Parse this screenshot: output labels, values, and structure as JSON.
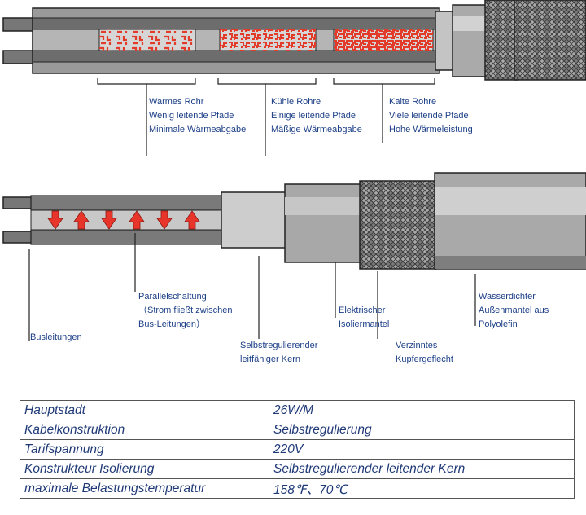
{
  "top_cable": {
    "labels": [
      {
        "lines": [
          "Warmes Rohr",
          "Wenig leitende Pfade",
          "Minimale Wärmeabgabe"
        ]
      },
      {
        "lines": [
          "Kühle Rohre",
          "Einige leitende Pfade",
          "Mäßige Wärmeabgabe"
        ]
      },
      {
        "lines": [
          "Kalte Rohre",
          "Viele leitende Pfade",
          "Hohe Wärmeleistung"
        ]
      }
    ]
  },
  "bottom_cable": {
    "labels": [
      {
        "lines": [
          "Busleitungen"
        ]
      },
      {
        "lines": [
          "Parallelschaltung",
          "（Strom fließt zwischen",
          "Bus-Leitungen）"
        ]
      },
      {
        "lines": [
          "Selbstregulierender",
          "leitfähiger Kern"
        ]
      },
      {
        "lines": [
          "Elektrischer",
          "Isoliermantel"
        ]
      },
      {
        "lines": [
          "Verzinntes",
          "Kupfergeflecht"
        ]
      },
      {
        "lines": [
          "Wasserdichter",
          "Außenmantel aus",
          "Polyolefin"
        ]
      }
    ]
  },
  "specs": [
    {
      "label": "Hauptstadt",
      "value": "26W/M"
    },
    {
      "label": "Kabelkonstruktion",
      "value": "Selbstregulierung"
    },
    {
      "label": "Tarifspannung",
      "value": "220V"
    },
    {
      "label": "Konstrukteur Isolierung",
      "value": "Selbstregulierender leitender Kern"
    },
    {
      "label": "maximale Belastungstemperatur",
      "value": "158℉、70℃"
    }
  ],
  "colors": {
    "label_text": "#1c3f87",
    "arrow": "#e8352b",
    "heat_pattern": "#e33b2a",
    "sheath": "#b9b9b9",
    "outline": "#2a2a2a"
  }
}
